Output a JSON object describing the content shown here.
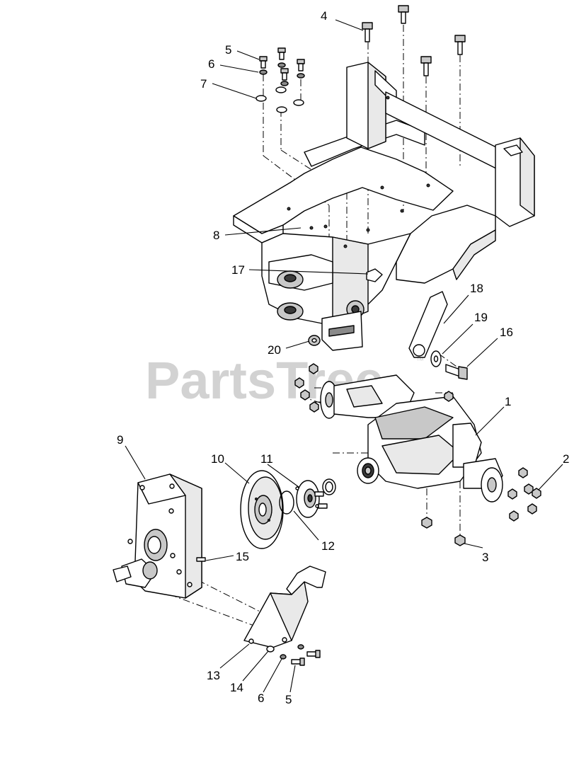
{
  "watermark": {
    "text": "PartsTree",
    "trademark": "™"
  },
  "callouts": [
    {
      "id": "c4",
      "label": "4"
    },
    {
      "id": "c5a",
      "label": "5"
    },
    {
      "id": "c6a",
      "label": "6"
    },
    {
      "id": "c7",
      "label": "7"
    },
    {
      "id": "c8",
      "label": "8"
    },
    {
      "id": "c17",
      "label": "17"
    },
    {
      "id": "c18",
      "label": "18"
    },
    {
      "id": "c19",
      "label": "19"
    },
    {
      "id": "c16",
      "label": "16"
    },
    {
      "id": "c20",
      "label": "20"
    },
    {
      "id": "c1",
      "label": "1"
    },
    {
      "id": "c2",
      "label": "2"
    },
    {
      "id": "c3",
      "label": "3"
    },
    {
      "id": "c9",
      "label": "9"
    },
    {
      "id": "c10",
      "label": "10"
    },
    {
      "id": "c11",
      "label": "11"
    },
    {
      "id": "c12",
      "label": "12"
    },
    {
      "id": "c15",
      "label": "15"
    },
    {
      "id": "c13",
      "label": "13"
    },
    {
      "id": "c14",
      "label": "14"
    },
    {
      "id": "c6b",
      "label": "6"
    },
    {
      "id": "c5b",
      "label": "5"
    }
  ]
}
